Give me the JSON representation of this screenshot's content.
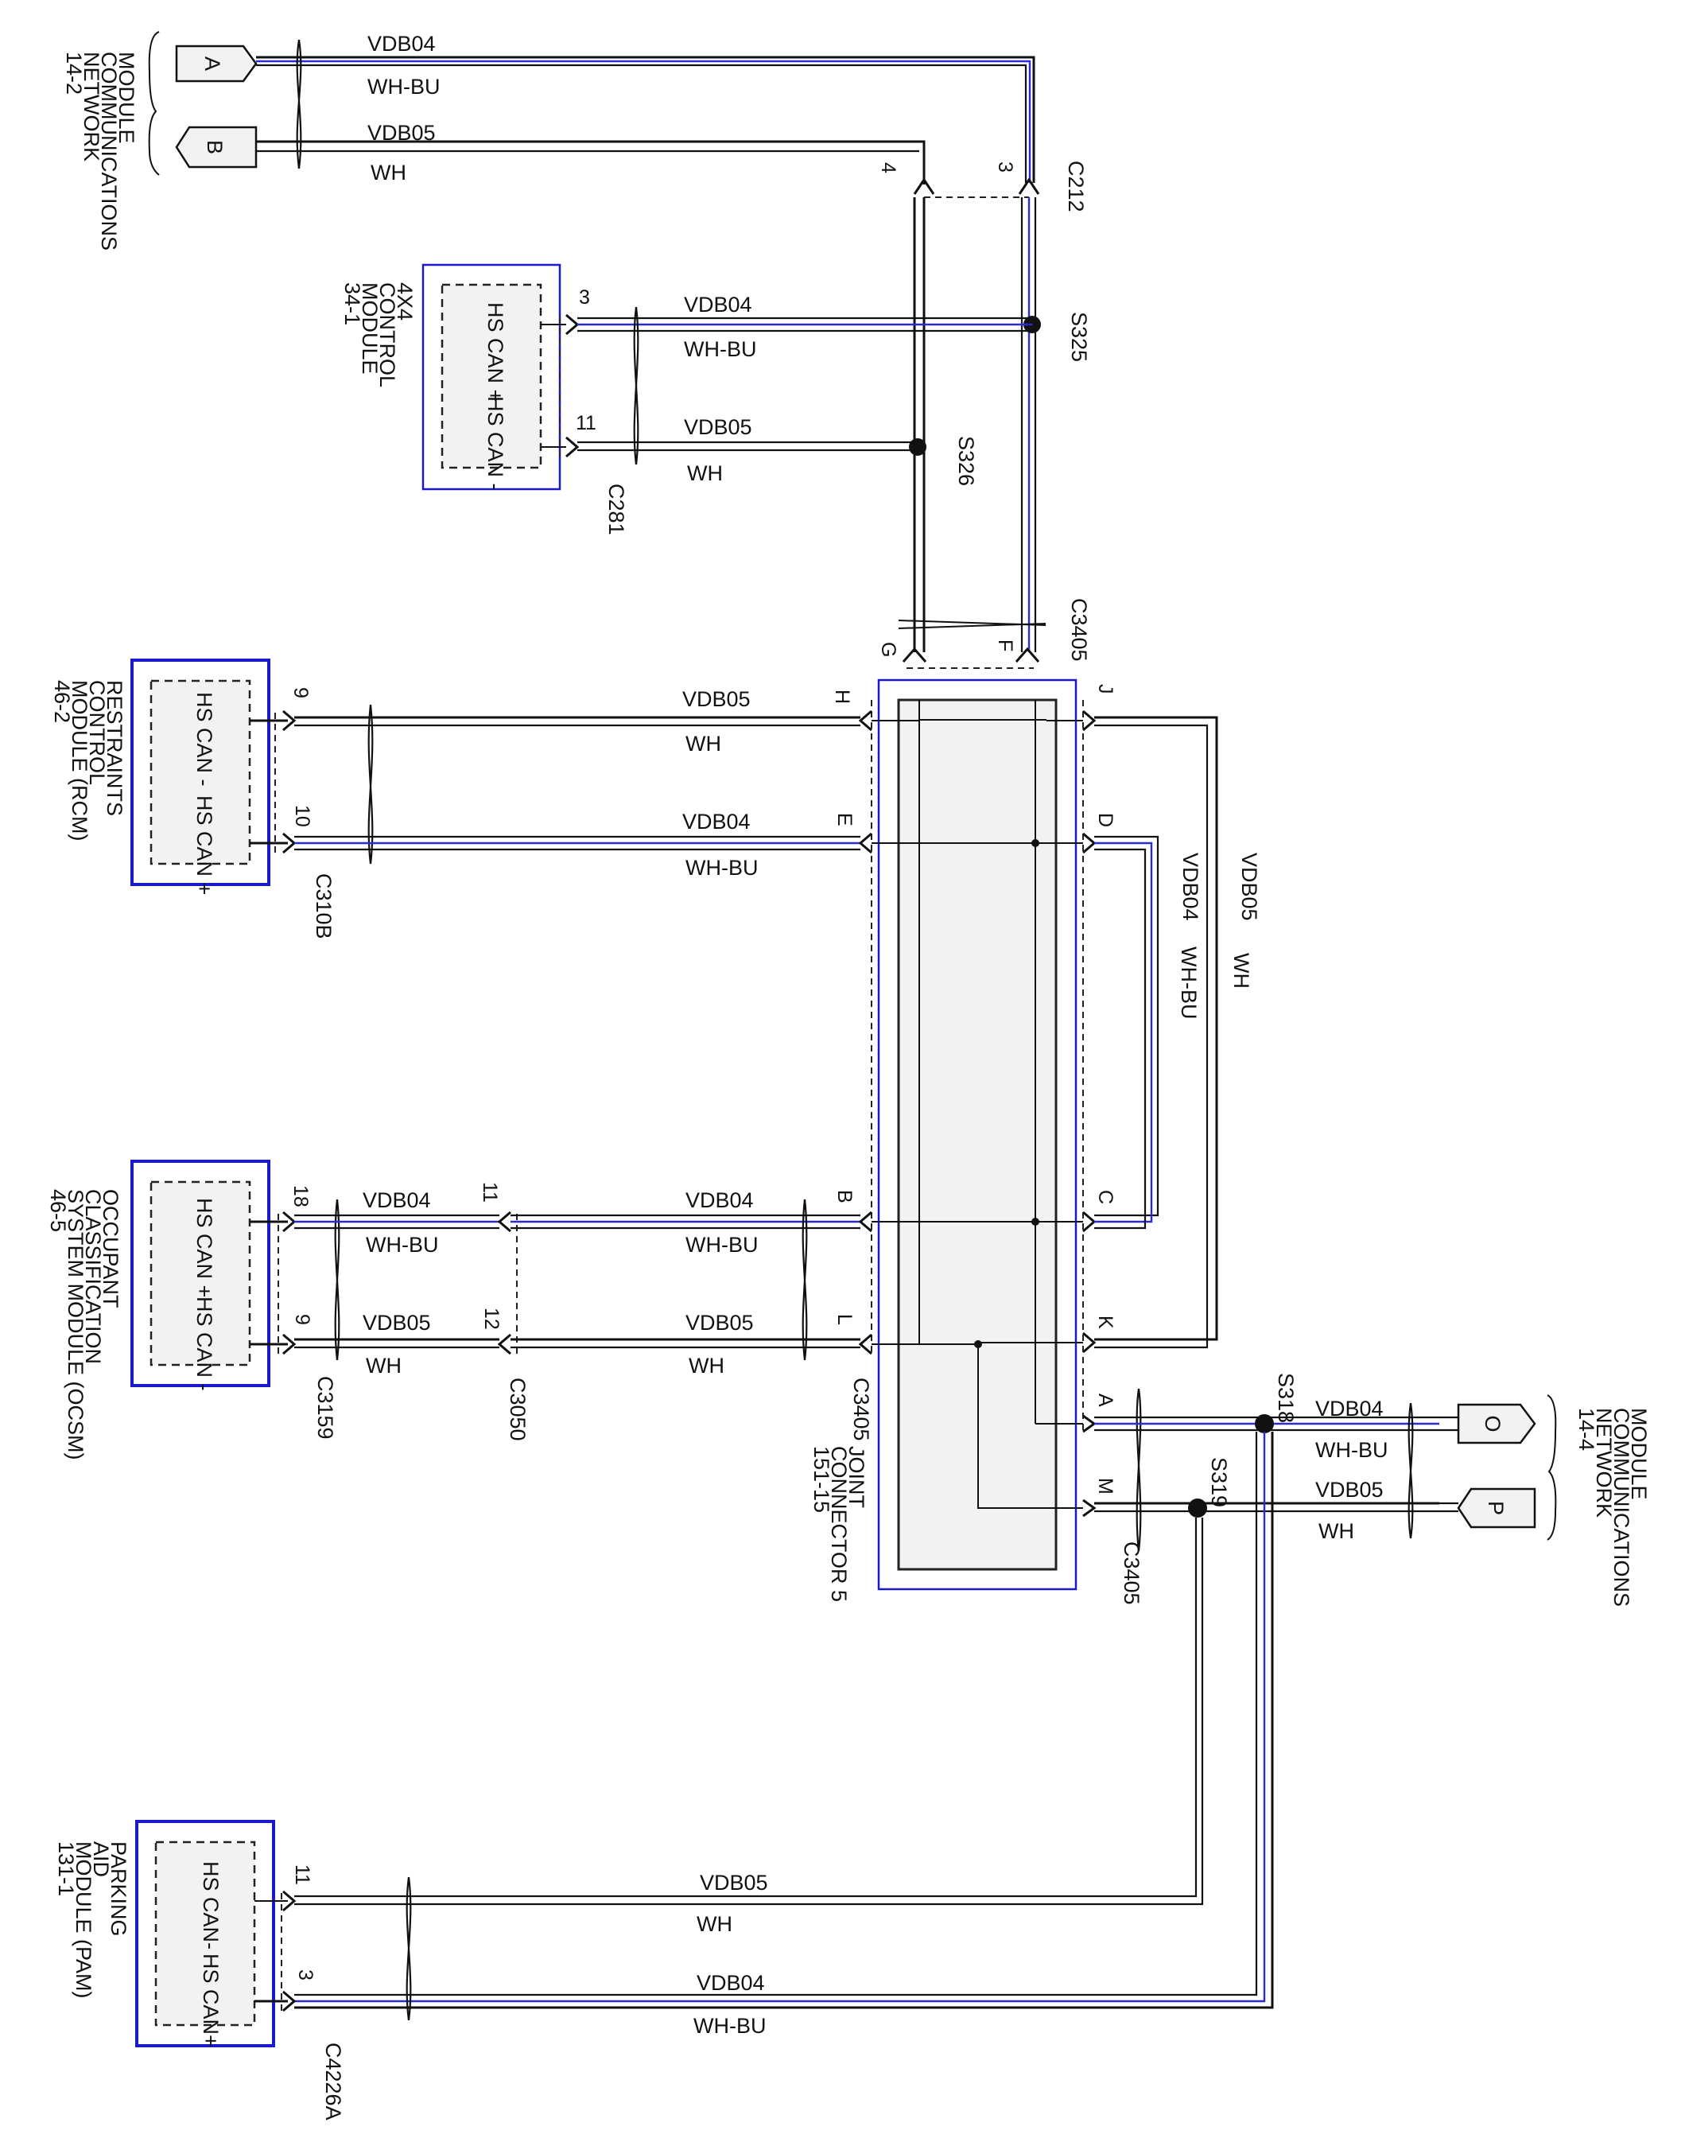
{
  "wires": {
    "vdb04": "VDB04",
    "vdb05": "VDB05",
    "whbu": "WH-BU",
    "wh": "WH"
  },
  "modules": {
    "mcn_top": {
      "lines": [
        "MODULE",
        "COMMUNICATIONS",
        "NETWORK",
        "14-2"
      ],
      "connectors": [
        "A",
        "B"
      ]
    },
    "control_4x4": {
      "lines": [
        "4X4",
        "CONTROL",
        "MODULE",
        "34-1"
      ],
      "pins": [
        "HS CAN +",
        "HS CAN -"
      ]
    },
    "rcm": {
      "lines": [
        "RESTRAINTS",
        "CONTROL",
        "MODULE (RCM)",
        "46-2"
      ],
      "pins": [
        "HS CAN -",
        "HS CAN +"
      ]
    },
    "ocsm": {
      "lines": [
        "OCCUPANT",
        "CLASSIFICATION",
        "SYSTEM MODULE (OCSM)",
        "46-5"
      ],
      "pins": [
        "HS CAN +",
        "HS CAN -"
      ]
    },
    "pam": {
      "lines": [
        "PARKING",
        "AID",
        "MODULE (PAM)",
        "131-1"
      ],
      "pins": [
        "HS CAN-",
        "HS CAN+"
      ]
    },
    "mcn_right": {
      "lines": [
        "MODULE",
        "COMMUNICATIONS",
        "NETWORK",
        "14-4"
      ],
      "connectors": [
        "O",
        "P"
      ]
    },
    "joint": {
      "lines": [
        "JOINT",
        "CONNECTOR 5",
        "151-15"
      ]
    }
  },
  "connectors": {
    "c212": "C212",
    "c281": "C281",
    "c3405": "C3405",
    "c310b": "C310B",
    "c3159": "C3159",
    "c3050": "C3050",
    "c4226a": "C4226A"
  },
  "splices": {
    "s325": "S325",
    "s326": "S326",
    "s318": "S318",
    "s319": "S319"
  },
  "pins": {
    "p3": "3",
    "p4": "4",
    "p9": "9",
    "p10": "10",
    "p11": "11",
    "p12": "12",
    "p18": "18",
    "G": "G",
    "F": "F",
    "H": "H",
    "E": "E",
    "J": "J",
    "D": "D",
    "B": "B",
    "L": "L",
    "C": "C",
    "K": "K",
    "A": "A",
    "M": "M"
  }
}
